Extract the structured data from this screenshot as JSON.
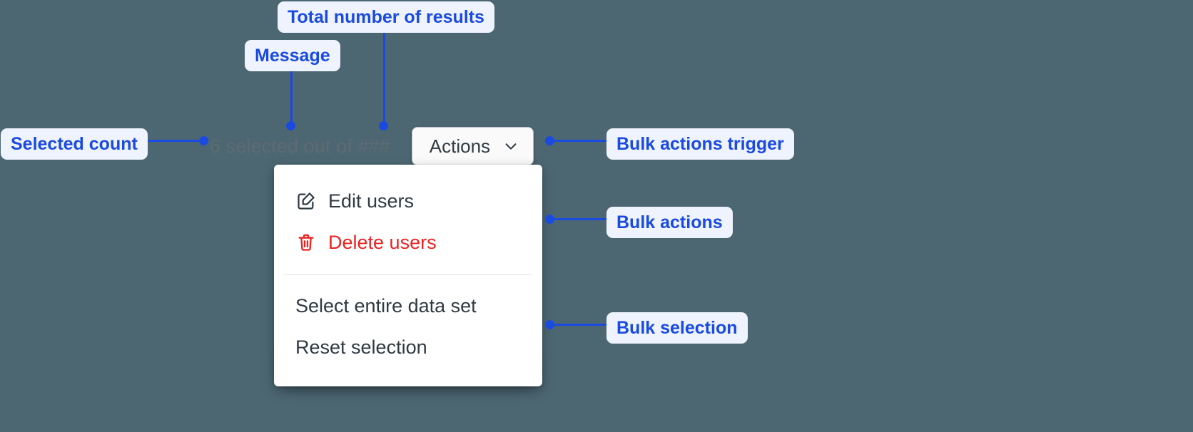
{
  "background_color": "#4d6772",
  "accent_color": "#1a4ae0",
  "callout_bg_color": "#eef3fe",
  "danger_color": "#ea2222",
  "selection_bar": {
    "selected_count_message": "6 selected out of ###",
    "count_value": "6",
    "total_placeholder": "###",
    "actions_button_label": "Actions",
    "chevron_icon": "chevron-down-icon"
  },
  "dropdown_menu": {
    "groups": [
      {
        "name": "bulk-actions",
        "items": [
          {
            "label": "Edit users",
            "icon": "edit-pencil-icon",
            "variant": "default"
          },
          {
            "label": "Delete users",
            "icon": "trash-icon",
            "variant": "danger"
          }
        ]
      },
      {
        "name": "bulk-selection",
        "items": [
          {
            "label": "Select entire data set",
            "icon": "",
            "variant": "default"
          },
          {
            "label": "Reset selection",
            "icon": "",
            "variant": "default"
          }
        ]
      }
    ]
  },
  "annotations": [
    {
      "id": "total-number-of-results",
      "label": "Total number of results"
    },
    {
      "id": "message",
      "label": "Message"
    },
    {
      "id": "selected-count",
      "label": "Selected count"
    },
    {
      "id": "bulk-actions-trigger",
      "label": "Bulk actions trigger"
    },
    {
      "id": "bulk-actions",
      "label": "Bulk actions"
    },
    {
      "id": "bulk-selection",
      "label": "Bulk selection"
    }
  ]
}
